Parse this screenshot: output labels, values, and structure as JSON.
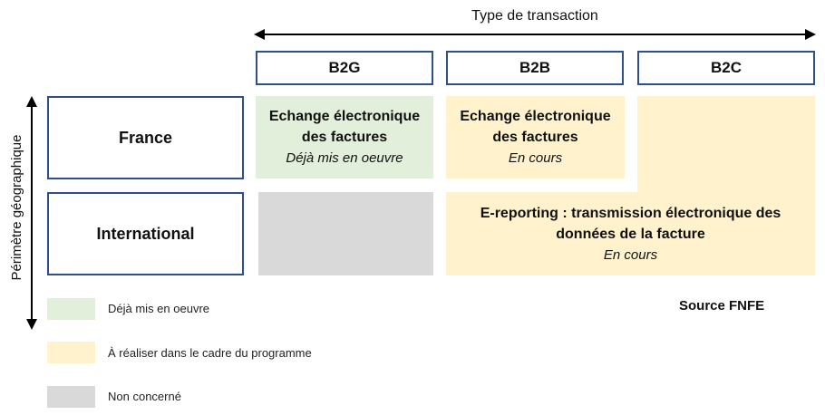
{
  "axes": {
    "horizontal_title": "Type de transaction",
    "vertical_title": "Périmètre géographique"
  },
  "columns": [
    "B2G",
    "B2B",
    "B2C"
  ],
  "rows": [
    "France",
    "International"
  ],
  "cells": {
    "france_b2g": {
      "title_line1": "Echange électronique",
      "title_line2": "des factures",
      "status": "Déjà mis en oeuvre"
    },
    "france_b2b": {
      "title_line1": "Echange électronique",
      "title_line2": "des factures",
      "status": "En cours"
    },
    "ereporting": {
      "title_line1": "E-reporting : transmission  électronique des",
      "title_line2": "données de la facture",
      "status": "En cours"
    }
  },
  "legend": [
    {
      "label": "Déjà mis en oeuvre",
      "color": "#e2efda"
    },
    {
      "label": "À réaliser dans le cadre du programme",
      "color": "#fff2cc"
    },
    {
      "label": "Non concerné",
      "color": "#d9d9d9"
    }
  ],
  "source": "Source FNFE",
  "colors": {
    "border": "#2f4f8a",
    "done": "#e2efda",
    "in_progress": "#fff2cc",
    "not_concerned": "#d9d9d9"
  }
}
